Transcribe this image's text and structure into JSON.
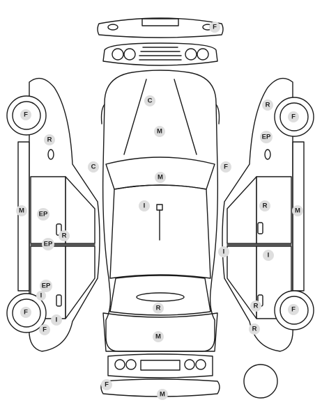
{
  "diagram": {
    "markers": {
      "top_bumper_f": "F",
      "hood_c": "C",
      "hood_m": "M",
      "left_mirror_c": "C",
      "right_mirror_f": "F",
      "windshield_m": "M",
      "roof_i": "I",
      "trunk_glass_r": "R",
      "trunk_m": "M",
      "rear_bumper_f": "F",
      "rear_bumper_m": "M",
      "left_front_wheel_f": "F",
      "left_fender_r": "R",
      "left_side_m": "M",
      "left_front_door_ep": "EP",
      "left_front_door_r": "R",
      "left_pillar_ep": "EP",
      "left_rear_door_ep": "EP",
      "left_rear_door_i": "I",
      "left_rear_wheel_f": "F",
      "left_quarter_i": "I",
      "left_quarter_f": "F",
      "right_fender_r": "R",
      "right_front_wheel_f": "F",
      "right_fender_ep": "EP",
      "right_front_door_r": "R",
      "right_side_m": "M",
      "right_pillar_i": "I",
      "right_rear_door_i": "I",
      "right_rear_door_r": "R",
      "right_rear_wheel_f": "F",
      "right_quarter_r": "R"
    }
  }
}
